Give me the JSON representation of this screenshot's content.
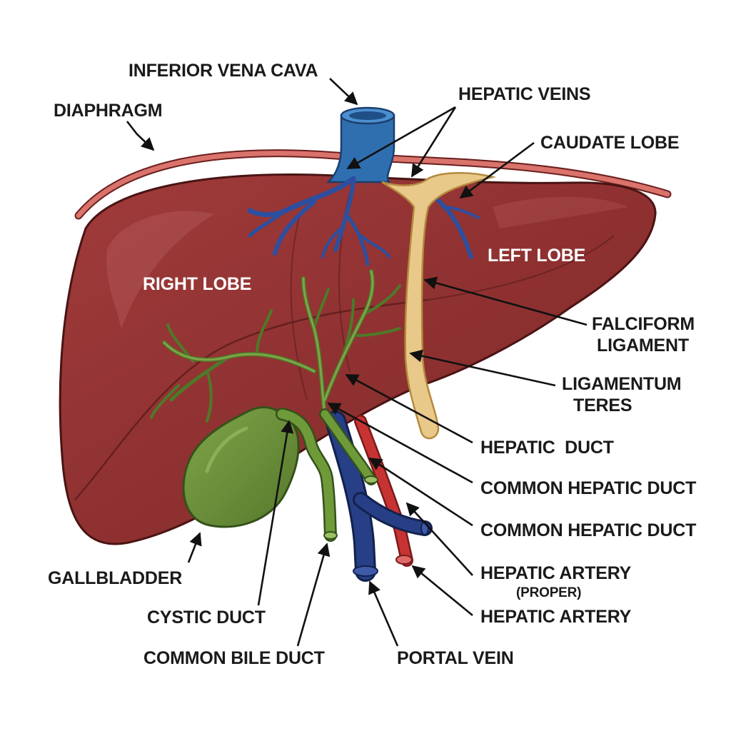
{
  "colors": {
    "liver": "#8f3232",
    "liver_dark": "#6e2222",
    "outline": "#4a1414",
    "vein_blue": "#2f6fb0",
    "portal_blue": "#263f86",
    "artery_red": "#c73333",
    "duct_green": "#5f8a34",
    "ligament_yellow": "#e9c98a",
    "diaphragm": "#d9736b"
  },
  "labels": {
    "inferior_vena_cava": "INFERIOR VENA CAVA",
    "hepatic_veins": "HEPATIC VEINS",
    "diaphragm": "DIAPHRAGM",
    "caudate_lobe": "CAUDATE LOBE",
    "left_lobe": "LEFT LOBE",
    "right_lobe": "RIGHT LOBE",
    "falciform_line1": "FALCIFORM",
    "falciform_line2": "LIGAMENT",
    "teres_line1": "LIGAMENTUM",
    "teres_line2": "TERES",
    "hepatic_duct": "HEPATIC  DUCT",
    "common_hepatic_duct_1": "COMMON HEPATIC DUCT",
    "common_hepatic_duct_2": "COMMON HEPATIC DUCT",
    "hepatic_artery_proper": "HEPATIC ARTERY",
    "proper_note": "(PROPER)",
    "hepatic_artery": "HEPATIC ARTERY",
    "gallbladder": "GALLBLADDER",
    "cystic_duct": "CYSTIC DUCT",
    "common_bile_duct": "COMMON BILE DUCT",
    "portal_vein": "PORTAL VEIN"
  }
}
